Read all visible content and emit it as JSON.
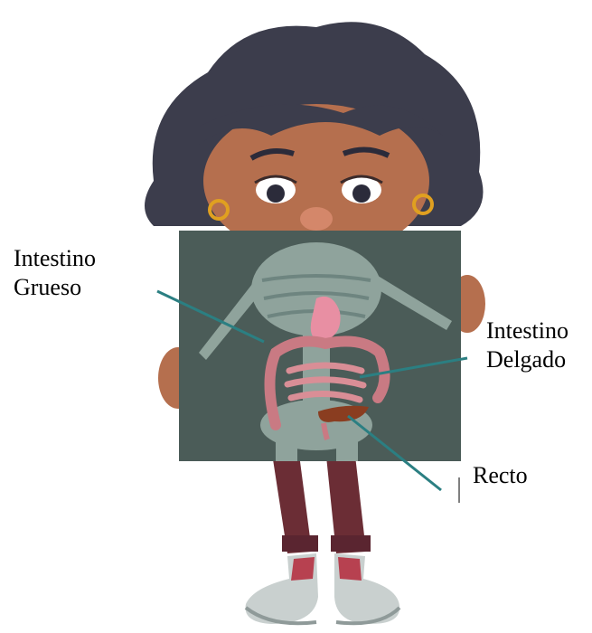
{
  "labels": {
    "large_intestine": {
      "line1": "Intestino",
      "line2": "Grueso"
    },
    "small_intestine": {
      "line1": "Intestino",
      "line2": "Delgado"
    },
    "rectum": {
      "text": "Recto"
    }
  },
  "colors": {
    "leader_line": "#2b7f82",
    "xray_panel": "#4b5c58",
    "skin": "#b56f4e",
    "hair": "#3c3d4c",
    "pants": "#6b2d35",
    "shoes": "#c9d0cf",
    "intestine": "#c97a83",
    "stomach": "#e88fa3",
    "rectum": "#8a3d20"
  }
}
